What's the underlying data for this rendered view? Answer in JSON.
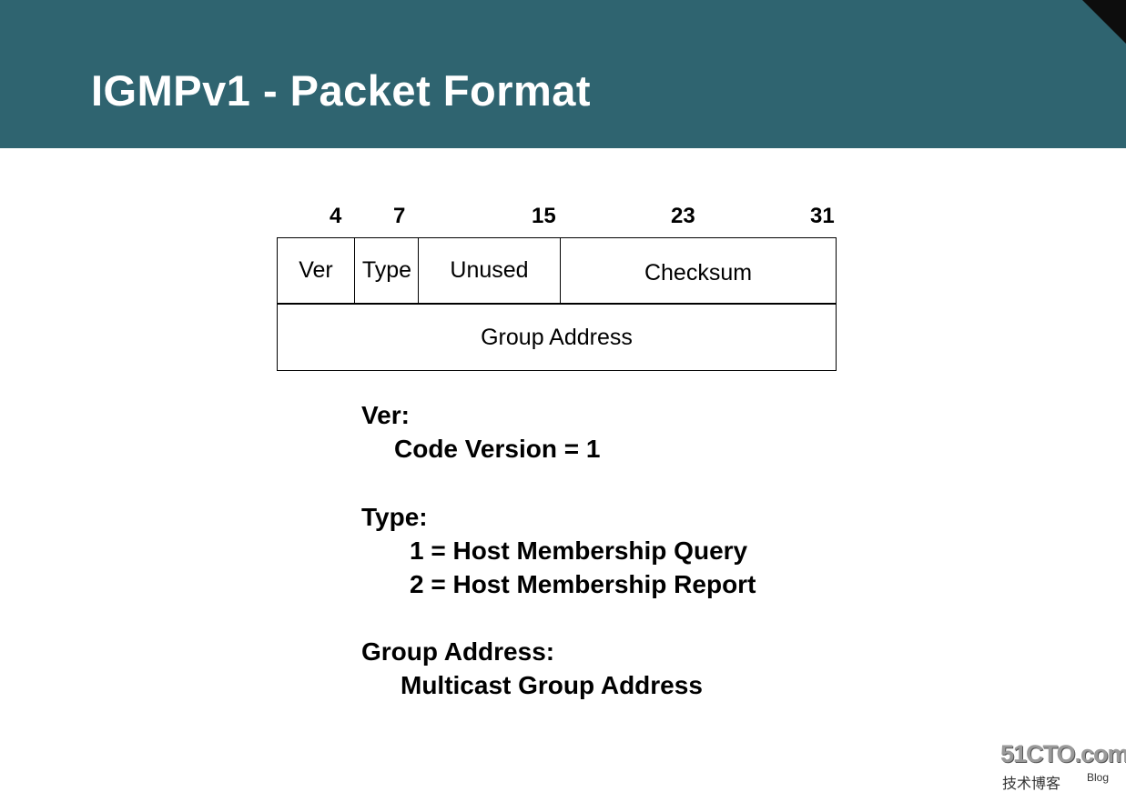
{
  "slide": {
    "title": "IGMPv1 - Packet Format"
  },
  "diagram": {
    "bit_numbers": [
      "4",
      "7",
      "15",
      "23",
      "31"
    ],
    "fields_row1": [
      "Ver",
      "Type",
      "Unused",
      "Checksum"
    ],
    "field_row2": "Group Address"
  },
  "descriptions": {
    "ver_heading": "Ver:",
    "ver_detail": "Code Version = 1",
    "type_heading": "Type:",
    "type_detail_1": "1 = Host Membership Query",
    "type_detail_2": "2 = Host Membership Report",
    "group_heading": "Group Address:",
    "group_detail": "Multicast Group Address"
  },
  "watermark": {
    "site": "51CTO.com",
    "subtitle": "技术博客",
    "blog": "Blog"
  },
  "colors": {
    "header": "#2f6470",
    "title_text": "#ffffff"
  }
}
